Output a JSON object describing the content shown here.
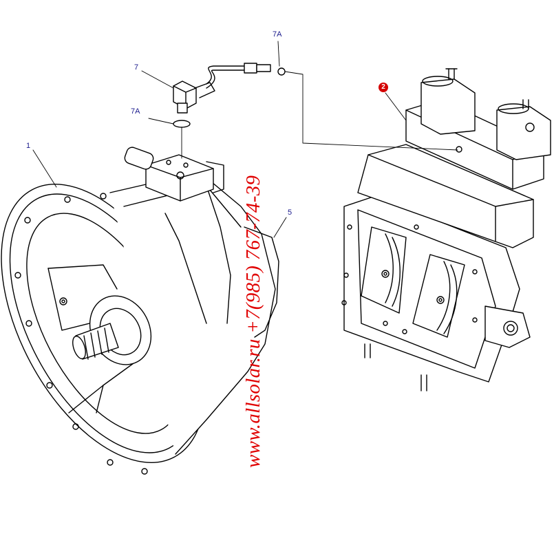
{
  "callouts": {
    "c1": "1",
    "c2": "2",
    "c5": "5",
    "c7": "7",
    "c7a_top": "7A",
    "c7a_left": "7A"
  },
  "watermark": {
    "text": "www.allsolar.ru  +7(985) 767-74-39"
  },
  "colors": {
    "line": "#000000",
    "callout_text": "#1a1a8c",
    "highlight_badge": "#d40000",
    "watermark": "#e00000"
  }
}
